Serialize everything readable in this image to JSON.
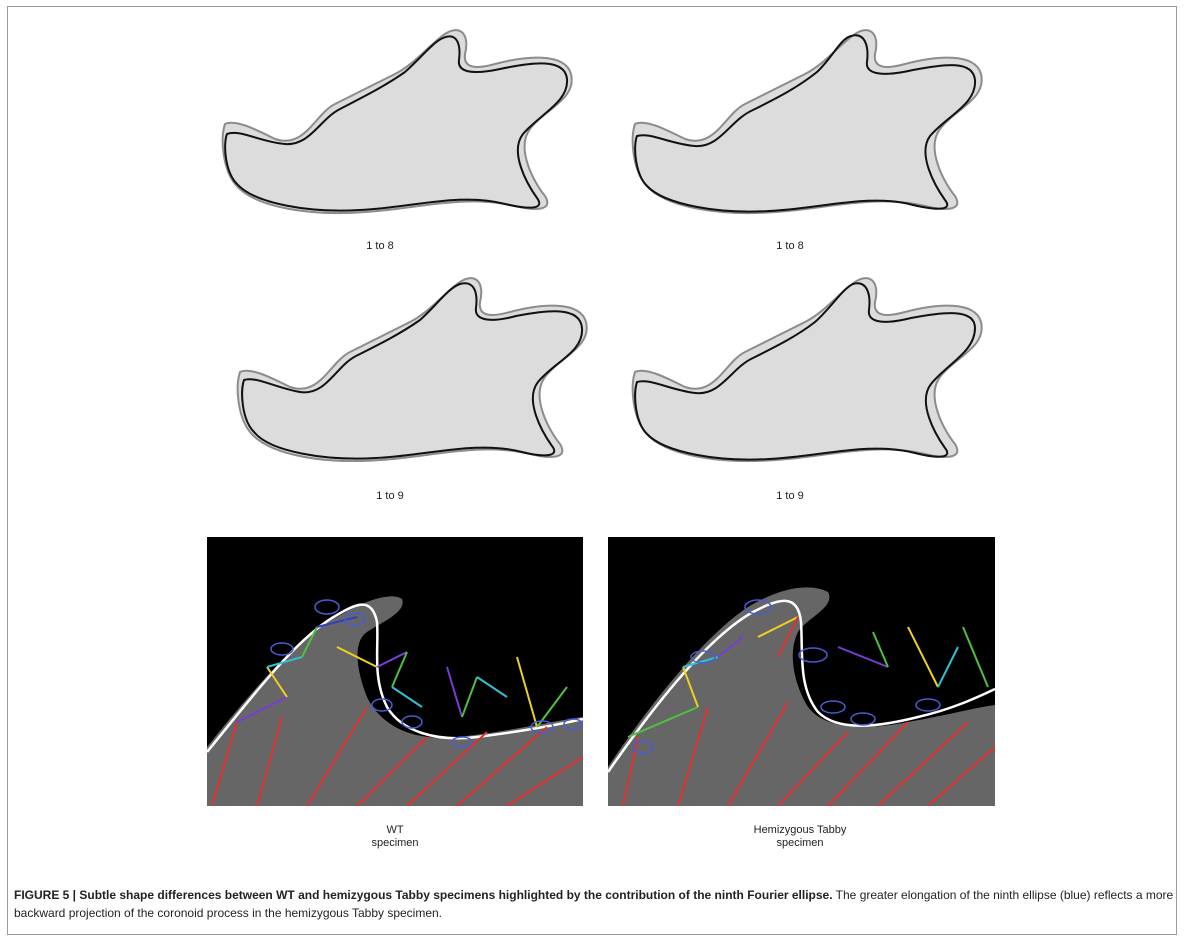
{
  "panels": [
    {
      "label": "1 to 8"
    },
    {
      "label": "1 to 8"
    },
    {
      "label": "1 to 9"
    },
    {
      "label": "1 to 9"
    }
  ],
  "bottom": {
    "left_label": "WT\nspecimen",
    "right_label": "Hemizygous Tabby\nspecimen"
  },
  "caption": {
    "title": "FIGURE 5 | Subtle shape differences between WT and hemizygous Tabby specimens highlighted by the contribution of the ninth Fourier ellipse.",
    "body": " The greater elongation of the ninth ellipse (blue) reflects a more backward projection of the coronoid process in the hemizygous Tabby specimen."
  },
  "colors": {
    "fill": "#dcdcdc",
    "outline_grey": "#8c8c8c",
    "outline_black": "#111111",
    "bone": "#666666",
    "ellipse": "#4a5bd6"
  }
}
